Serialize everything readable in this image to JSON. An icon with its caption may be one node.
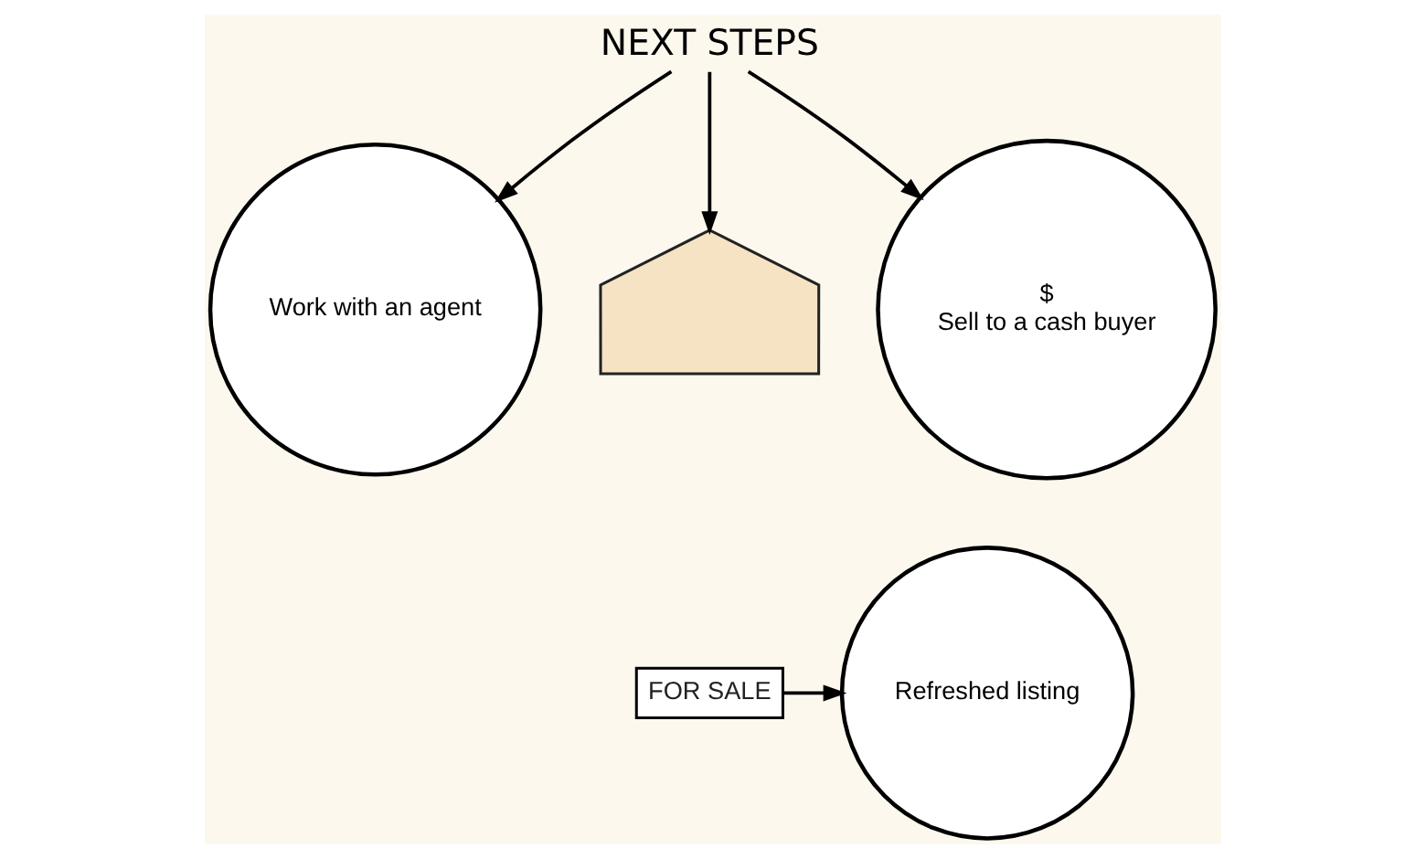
{
  "diagram": {
    "nodes": [
      {
        "text": [
          "NEXT STEPS"
        ]
      },
      {
        "text": [
          "Work with an agent"
        ]
      },
      {
        "text": [],
        "shape": "picture"
      },
      {
        "text": [
          "FOR SALE"
        ]
      },
      {
        "text": [
          "$",
          "Sell to a cash buyer"
        ]
      },
      {
        "text": [
          "Refreshed listing"
        ]
      }
    ],
    "edges": [
      {
        "from": 0,
        "to": 1,
        "arrow": "to"
      },
      {
        "from": 0,
        "to": 2,
        "arrow": "to"
      },
      {
        "from": 0,
        "to": 4,
        "arrow": "to"
      },
      {
        "from": 3,
        "to": 5,
        "arrow": "to"
      }
    ]
  }
}
